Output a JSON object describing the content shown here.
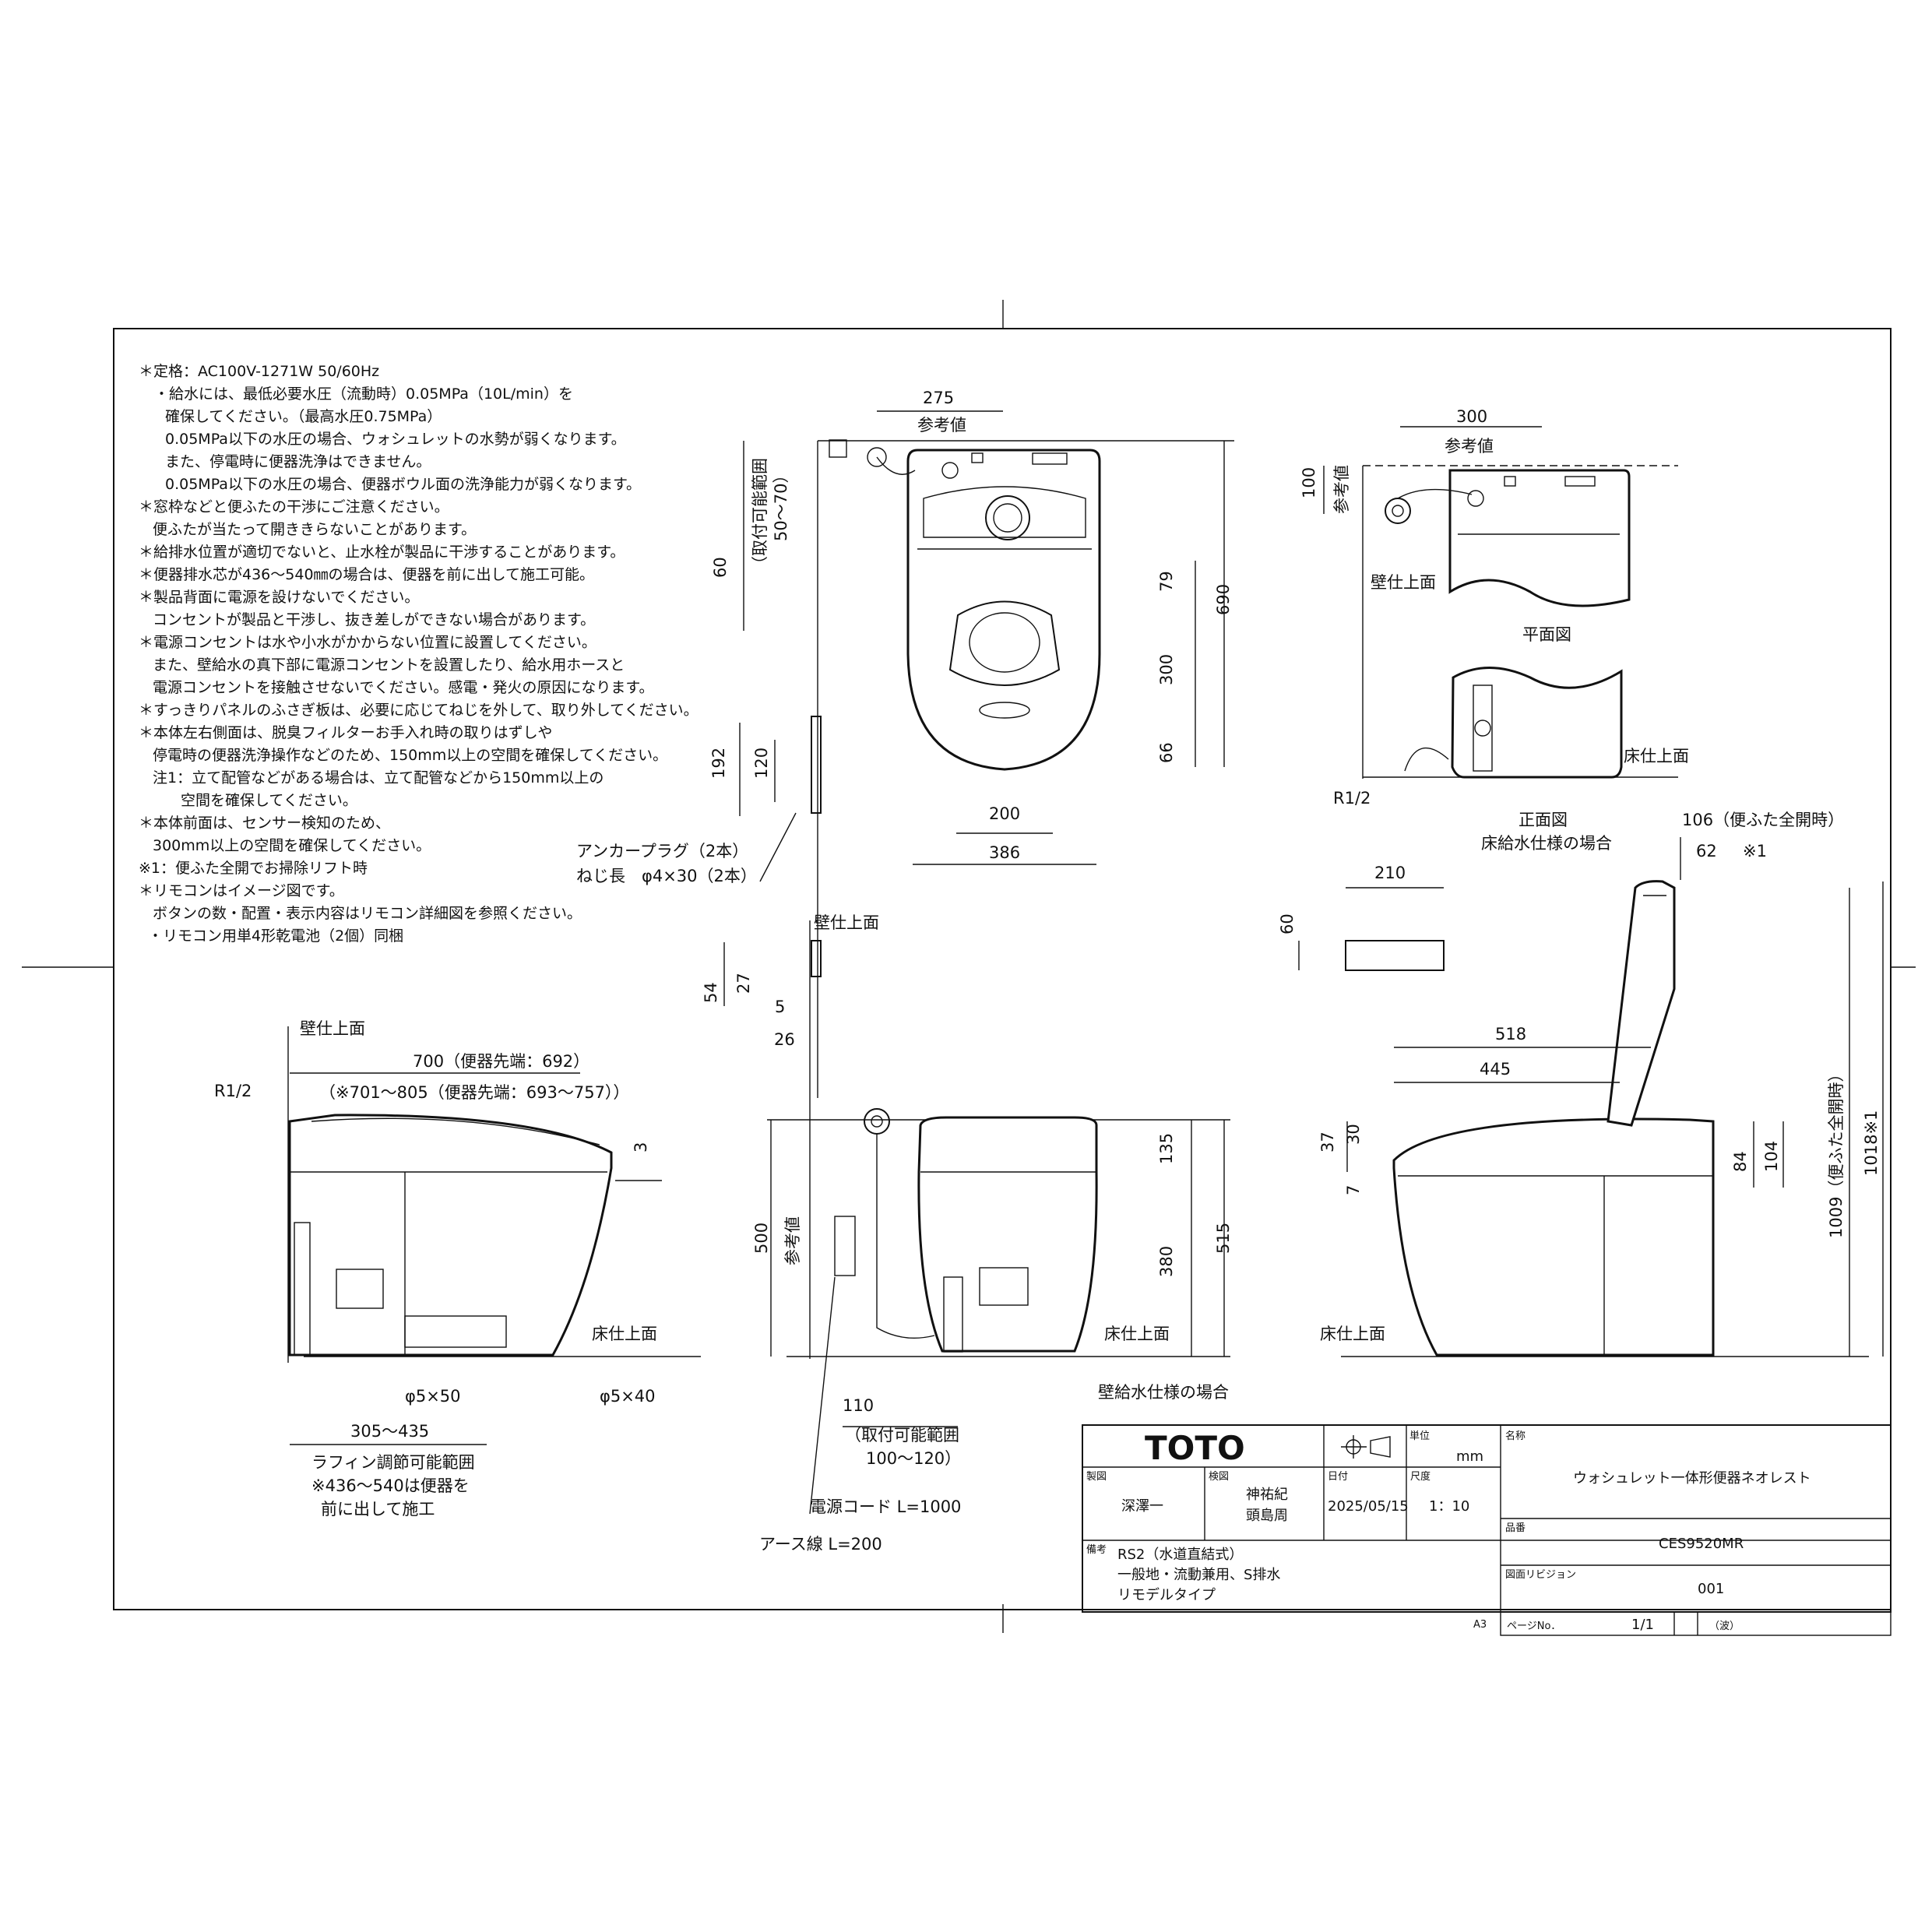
{
  "notes": [
    "＊定格：AC100V-1271W 50/60Hz",
    "・給水には、最低必要水圧（流動時）0.05MPa（10L/min）を",
    "確保してください。（最高水圧0.75MPa）",
    "0.05MPa以下の水圧の場合、ウォシュレットの水勢が弱くなります。",
    "また、停電時に便器洗浄はできません。",
    "0.05MPa以下の水圧の場合、便器ボウル面の洗浄能力が弱くなります。",
    "＊窓枠などと便ふたの干渉にご注意ください。",
    "便ふたが当たって開ききらないことがあります。",
    "＊給排水位置が適切でないと、止水栓が製品に干渉することがあります。",
    "＊便器排水芯が436～540㎜の場合は、便器を前に出して施工可能。",
    "＊製品背面に電源を設けないでください。",
    "コンセントが製品と干渉し、抜き差しができない場合があります。",
    "＊電源コンセントは水や小水がかからない位置に設置してください。",
    "また、壁給水の真下部に電源コンセントを設置したり、給水用ホースと",
    "電源コンセントを接触させないでください。感電・発火の原因になります。",
    "＊すっきりパネルのふさぎ板は、必要に応じてねじを外して、取り外してください。",
    "＊本体左右側面は、脱臭フィルターお手入れ時の取りはずしや",
    "停電時の便器洗浄操作などのため、150mm以上の空間を確保してください。",
    "注1：立て配管などがある場合は、立て配管などから150mm以上の",
    "空間を確保してください。",
    "＊本体前面は、センサー検知のため、",
    "300mm以上の空間を確保してください。",
    "※1：便ふた全開でお掃除リフト時",
    "＊リモコンはイメージ図です。",
    "ボタンの数・配置・表示内容はリモコン詳細図を参照ください。",
    "・リモコン用単4形乾電池（2個）同梱"
  ],
  "top_view": {
    "d275": "275",
    "ref": "参考値",
    "d60": "60",
    "range_label": "（取付可能範囲",
    "range_val": "50～70）",
    "d79": "79",
    "d300": "300",
    "d66": "66",
    "d690": "690",
    "d192": "192",
    "d120": "120",
    "d200": "200",
    "d386": "386",
    "anchor1": "アンカープラグ（2本）",
    "anchor2": "ねじ長　φ4×30（2本）"
  },
  "plan_view": {
    "d300": "300",
    "ref": "参考値",
    "d100": "100",
    "ref_v": "参考値",
    "wall": "壁仕上面",
    "title": "平面図"
  },
  "front_small": {
    "floor": "床仕上面",
    "r12": "R1/2",
    "title1": "正面図",
    "title2": "床給水仕様の場合"
  },
  "remote": {
    "d210": "210",
    "d60": "60",
    "d54": "54",
    "d27": "27",
    "d5": "5",
    "d26": "26",
    "wall": "壁仕上面"
  },
  "side_left": {
    "wall": "壁仕上面",
    "r12": "R1/2",
    "d700": "700（便器先端：692）",
    "d701": "（※701～805（便器先端：693～757））",
    "d3": "3",
    "floor": "床仕上面",
    "phi550": "φ5×50",
    "phi540": "φ5×40",
    "d305": "305～435",
    "rough1": "ラフィン調節可能範囲",
    "rough2": "※436～540は便器を",
    "rough3": "前に出して施工"
  },
  "front_view": {
    "d500": "500",
    "ref": "参考値",
    "d135": "135",
    "d380": "380",
    "d515": "515",
    "floor": "床仕上面",
    "d110": "110",
    "range1": "（取付可能範囲",
    "range2": "100～120）",
    "cord": "電源コード L=1000",
    "earth": "アース線 L=200",
    "title": "壁給水仕様の場合"
  },
  "side_right": {
    "d106": "106（便ふた全開時）",
    "d62": "62",
    "star1": "※1",
    "d518": "518",
    "d445": "445",
    "d37": "37",
    "d30": "30",
    "d7": "7",
    "d84": "84",
    "d104": "104",
    "d1009": "1009（便ふた全開時）",
    "d1018": "1018※1",
    "floor": "床仕上面"
  },
  "title_block": {
    "brand": "TOTO",
    "unit_label": "単位",
    "unit": "mm",
    "name_label": "名称",
    "name": "ウォシュレット一体形便器ネオレスト",
    "drawn_label": "製図",
    "drawn": "深澤一",
    "checked_label": "検図",
    "checked1": "神祐紀",
    "checked2": "頭島周",
    "date_label": "日付",
    "date": "2025/05/15",
    "scale_label": "尺度",
    "scale": "1：10",
    "model_label": "品番",
    "model": "CES9520MR",
    "rev_label": "図面リビジョン",
    "rev": "001",
    "remarks_label": "備考",
    "remarks1": "RS2（水道直結式）",
    "remarks2": "一般地・流動兼用、S排水",
    "remarks3": "リモデルタイプ",
    "sheet_size": "A3",
    "page_label": "ページNo．",
    "page": "1/1",
    "page_suffix": "（波）"
  }
}
